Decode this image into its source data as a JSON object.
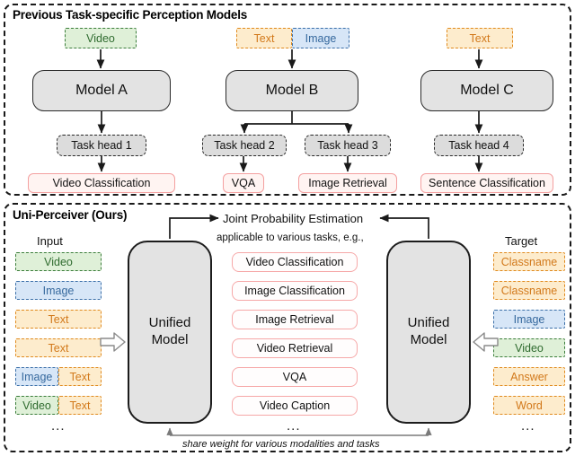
{
  "panels": {
    "top_title": "Previous Task-specific Perception Models",
    "bottom_title": "Uni-Perceiver (Ours)"
  },
  "colors": {
    "video_fill": "#dff0d8",
    "video_border": "#3b7d3b",
    "video_text": "#2f6b2f",
    "image_fill": "#d7e6f7",
    "image_border": "#3b6fa8",
    "image_text": "#36699e",
    "text_fill": "#fdeccd",
    "text_border": "#e08a1e",
    "text_text": "#d2791b",
    "model_fill": "#e3e3e3",
    "model_border": "#2a2a2a",
    "taskhead_fill": "#dcdcdc",
    "taskhead_border": "#2a2a2a",
    "taskout_fill": "#fff4f2",
    "taskout_border": "#f4a0a0",
    "panel_border": "#1a1a1a"
  },
  "top_section": {
    "branches": [
      {
        "inputs": [
          {
            "label": "Video",
            "modality": "video"
          }
        ],
        "model": "Model A",
        "heads": [
          {
            "head": "Task head 1",
            "task": "Video  Classification"
          }
        ]
      },
      {
        "inputs": [
          {
            "label": "Text",
            "modality": "text"
          },
          {
            "label": "Image",
            "modality": "image"
          }
        ],
        "model": "Model B",
        "heads": [
          {
            "head": "Task head 2",
            "task": "VQA"
          },
          {
            "head": "Task head 3",
            "task": "Image Retrieval"
          }
        ]
      },
      {
        "inputs": [
          {
            "label": "Text",
            "modality": "text"
          }
        ],
        "model": "Model C",
        "heads": [
          {
            "head": "Task head 4",
            "task": "Sentence Classification"
          }
        ]
      }
    ]
  },
  "bottom_section": {
    "input_header": "Input",
    "target_header": "Target",
    "joint_label": "Joint Probability Estimation",
    "applicable_label": "applicable to various tasks, e.g.,",
    "share_weight_label": "share weight for various modalities and tasks",
    "ellipsis": "...",
    "left_model": {
      "line1": "Unified",
      "line2": "Model"
    },
    "right_model": {
      "line1": "Unified",
      "line2": "Model"
    },
    "inputs": [
      {
        "parts": [
          {
            "label": "Video",
            "modality": "video"
          }
        ]
      },
      {
        "parts": [
          {
            "label": "Image",
            "modality": "image"
          }
        ]
      },
      {
        "parts": [
          {
            "label": "Text",
            "modality": "text"
          }
        ]
      },
      {
        "parts": [
          {
            "label": "Text",
            "modality": "text"
          }
        ]
      },
      {
        "parts": [
          {
            "label": "Image",
            "modality": "image"
          },
          {
            "label": "Text",
            "modality": "text"
          }
        ]
      },
      {
        "parts": [
          {
            "label": "Video",
            "modality": "video"
          },
          {
            "label": "Text",
            "modality": "text"
          }
        ]
      }
    ],
    "targets": [
      {
        "label": "Classname",
        "modality": "text"
      },
      {
        "label": "Classname",
        "modality": "text"
      },
      {
        "label": "Image",
        "modality": "image"
      },
      {
        "label": "Video",
        "modality": "video"
      },
      {
        "label": "Answer",
        "modality": "text"
      },
      {
        "label": "Word",
        "modality": "text"
      }
    ],
    "tasks": [
      "Video Classification",
      "Image Classification",
      "Image Retrieval",
      "Video Retrieval",
      "VQA",
      "Video Caption"
    ]
  }
}
